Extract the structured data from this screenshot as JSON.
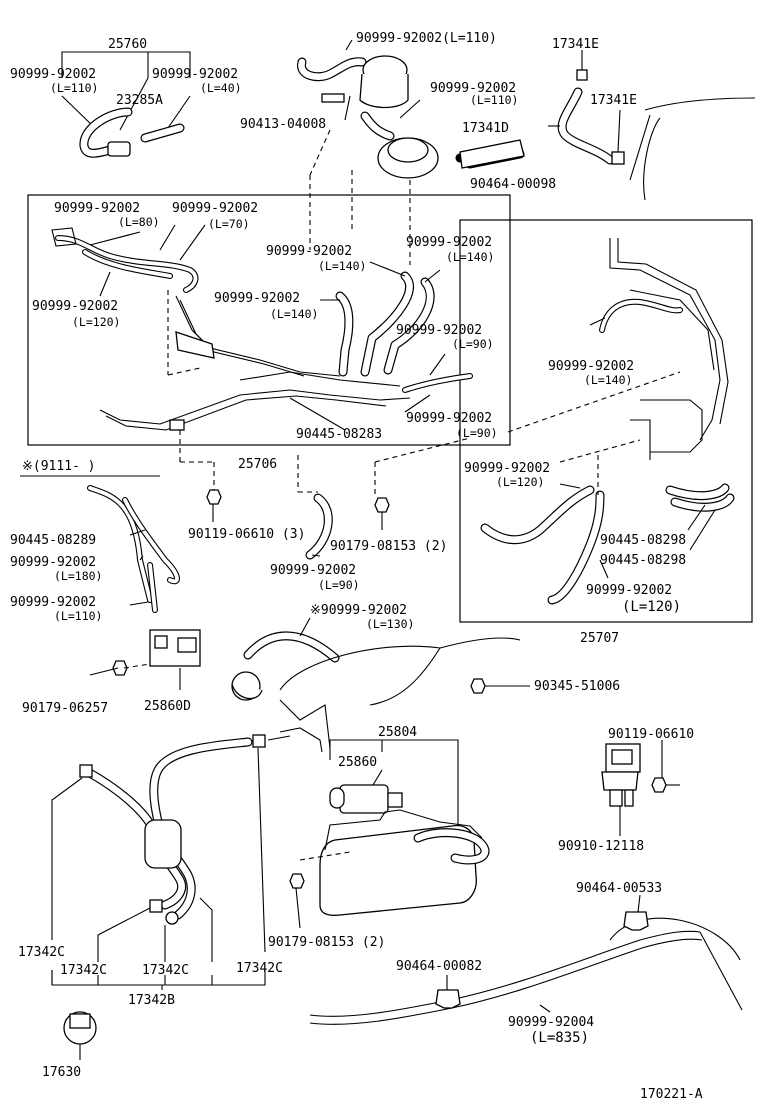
{
  "diagram_number": "170221-A",
  "labels": {
    "a_25760": "25760",
    "a_90999_tl1": "90999-92002",
    "a_l110_tl1": "(L=110)",
    "a_90999_tl2": "90999-92002",
    "a_l40": "(L=40)",
    "a_23285a": "23285A",
    "a_90999_top": "90999-92002(L=110)",
    "a_90999_top2": "90999-92002",
    "a_l110_top2": "(L=110)",
    "a_90413": "90413-04008",
    "a_17341e_1": "17341E",
    "a_17341e_2": "17341E",
    "a_17341d": "17341D",
    "a_90464_98": "90464-00098",
    "b_90999_1": "90999-92002",
    "b_l80": "(L=80)",
    "b_90999_2": "90999-92002",
    "b_l70": "(L=70)",
    "b_90999_3": "90999-92002",
    "b_l140_1": "(L=140)",
    "b_90999_4": "90999-92002",
    "b_l140_2": "(L=140)",
    "b_90999_5": "90999-92002",
    "b_l120": "(L=120)",
    "b_90999_6": "90999-92002",
    "b_l140_3": "(L=140)",
    "b_90999_7": "90999-92002",
    "b_l90_1": "(L=90)",
    "b_90999_8": "90999-92002",
    "b_l90_2": "(L=90)",
    "b_90445_283": "90445-08283",
    "b_25706": "25706",
    "c_90999_1": "90999-92002",
    "c_l140": "(L=140)",
    "c_90999_2": "90999-92002",
    "c_l120": "(L=120)",
    "c_90445_298_1": "90445-08298",
    "c_90445_298_2": "90445-08298",
    "c_90999_3": "90999-92002",
    "c_l120_big": "(L=120)",
    "c_25707": "25707",
    "d_note": "※(9111-    )",
    "d_90445_289": "90445-08289",
    "d_90999_1": "90999-92002",
    "d_l180": "(L=180)",
    "d_90999_2": "90999-92002",
    "d_l110": "(L=110)",
    "d_90179_257": "90179-06257",
    "d_25860d": "25860D",
    "e_90119_3": "90119-06610 (3)",
    "e_90179_2": "90179-08153 (2)",
    "e_90999": "90999-92002",
    "e_l90": "(L=90)",
    "e_90999_note": "※90999-92002",
    "e_l130": "(L=130)",
    "e_90345": "90345-51006",
    "f_25804": "25804",
    "f_25860": "25860",
    "f_90119": "90119-06610",
    "f_90910": "90910-12118",
    "f_90179_2": "90179-08153 (2)",
    "f_90464_533": "90464-00533",
    "f_90464_82": "90464-00082",
    "f_90999_4": "90999-92004",
    "f_l835": "(L=835)",
    "g_17342c_1": "17342C",
    "g_17342c_2": "17342C",
    "g_17342c_3": "17342C",
    "g_17342c_4": "17342C",
    "g_17342b": "17342B",
    "g_17630": "17630"
  }
}
